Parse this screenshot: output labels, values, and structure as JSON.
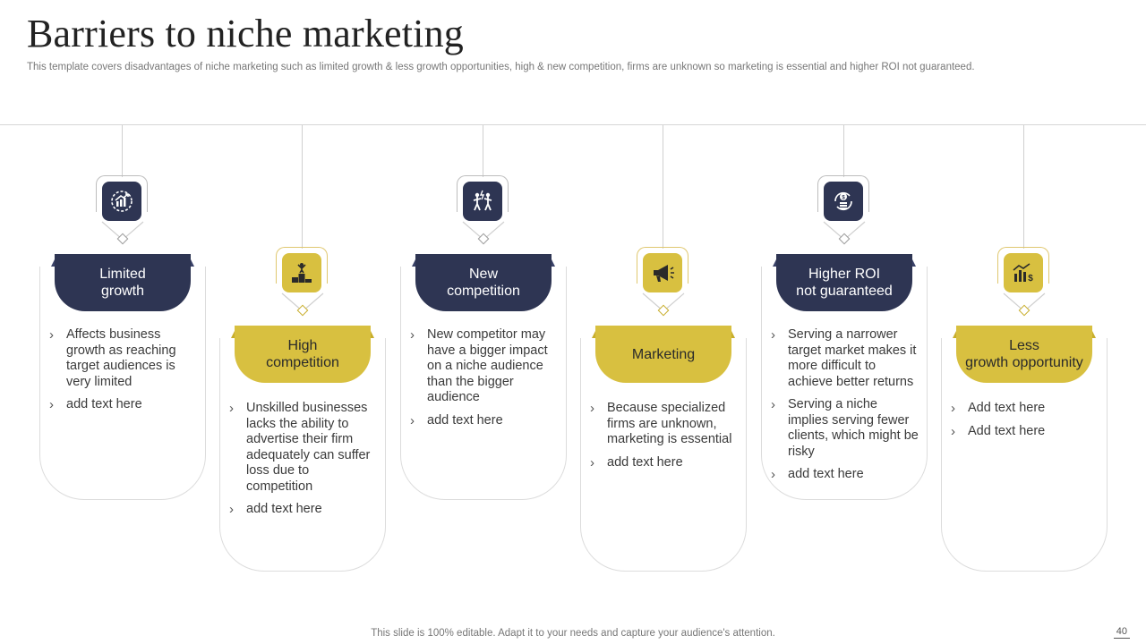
{
  "slide": {
    "title": "Barriers to niche marketing",
    "subtitle": "This template covers disadvantages of niche marketing such as limited growth & less growth opportunities, high & new competition, firms are unknown so marketing is essential and higher ROI not guaranteed.",
    "footer": "This slide is 100% editable. Adapt it to your needs and capture your audience's attention.",
    "page_number": "40"
  },
  "colors": {
    "navy": "#2e3553",
    "gold": "#d8c040"
  },
  "cards": [
    {
      "title_line1": "Limited",
      "title_line2": "growth",
      "icon": "growth-chart-icon",
      "bullets": [
        "Affects business growth as reaching target audiences is very limited",
        "add text here"
      ]
    },
    {
      "title_line1": "High",
      "title_line2": "competition",
      "icon": "podium-winner-icon",
      "bullets": [
        "Unskilled businesses lacks the ability to advertise their firm adequately can suffer loss due to competition",
        "add text here"
      ]
    },
    {
      "title_line1": "New",
      "title_line2": "competition",
      "icon": "competitors-icon",
      "bullets": [
        "New competitor may have a bigger impact on a niche audience than the bigger audience",
        "add text here"
      ]
    },
    {
      "title_line1": "Marketing",
      "title_line2": "",
      "icon": "megaphone-icon",
      "bullets": [
        "Because specialized firms are unknown, marketing is essential",
        "add text here"
      ]
    },
    {
      "title_line1": "Higher ROI",
      "title_line2": "not guaranteed",
      "icon": "coin-cycle-icon",
      "bullets": [
        "Serving a narrower target market makes it more difficult to achieve better returns",
        "Serving a niche implies serving fewer clients, which might be risky",
        "add text here"
      ]
    },
    {
      "title_line1": "Less",
      "title_line2": "growth opportunity",
      "icon": "dollar-chart-icon",
      "bullets": [
        "Add text here",
        "Add text here"
      ]
    }
  ]
}
